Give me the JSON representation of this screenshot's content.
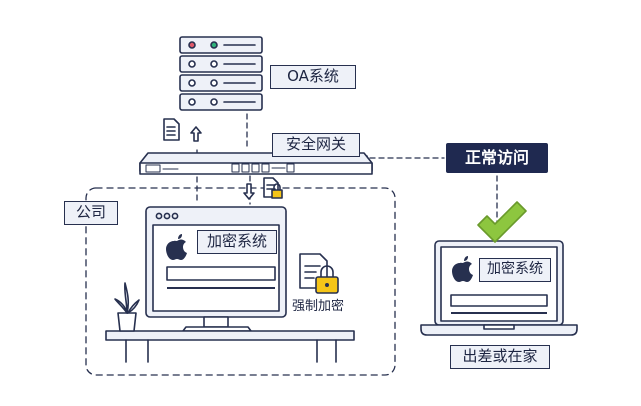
{
  "labels": {
    "oa_system": "OA系统",
    "security_gateway": "安全网关",
    "normal_access": "正常访问",
    "company": "公司",
    "encryption_system_desktop": "加密系统",
    "encryption_system_laptop": "加密系统",
    "forced_encryption": "强制加密",
    "remote_access": "出差或在家"
  },
  "colors": {
    "ink": "#27304f",
    "fill": "#eef1f8",
    "dark_badge": "#1f2950",
    "check_green": "#8dc63f",
    "lock_yellow": "#f5c518",
    "server_red_led": "#e05a6a",
    "server_green_led": "#2fb37a"
  },
  "icons": [
    "server-rack-icon",
    "security-gateway-icon",
    "document-icon",
    "locked-document-icon",
    "apple-logo-icon",
    "check-icon",
    "plant-icon",
    "lock-icon"
  ]
}
